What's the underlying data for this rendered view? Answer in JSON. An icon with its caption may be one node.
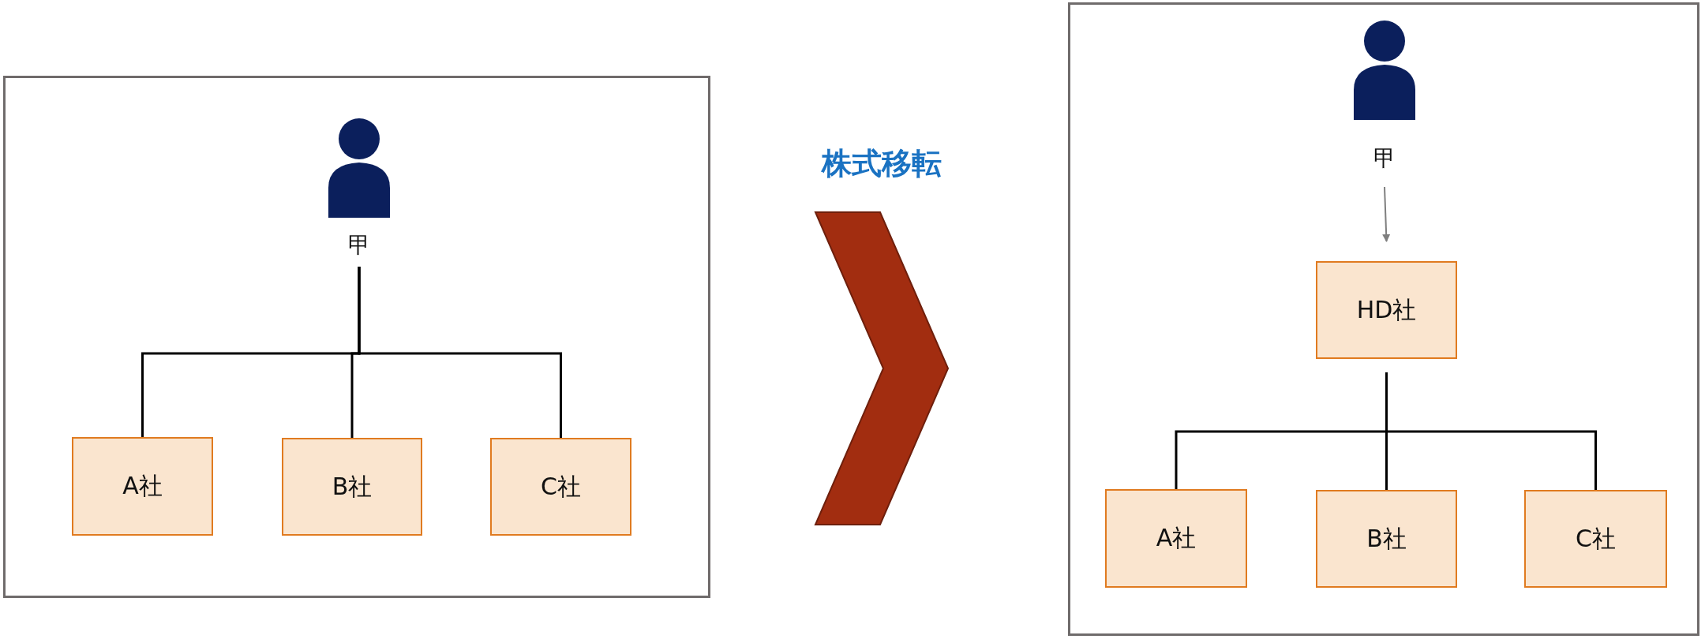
{
  "diagram": {
    "nodes": [
      {
        "text": [],
        "shape": "box"
      },
      {
        "text": [
          "甲"
        ],
        "in": 0
      },
      {
        "text": [
          "A社"
        ],
        "in": 0
      },
      {
        "text": [
          "B社"
        ],
        "in": 0
      },
      {
        "text": [
          "C社"
        ],
        "in": 0
      },
      {
        "text": [],
        "shape": "box"
      },
      {
        "text": [
          "甲"
        ],
        "in": 5
      },
      {
        "text": [
          "HD社"
        ],
        "in": 5
      },
      {
        "text": [
          "A社"
        ],
        "in": 5
      },
      {
        "text": [
          "B社"
        ],
        "in": 5
      },
      {
        "text": [
          "C社"
        ],
        "in": 5
      }
    ],
    "edges": [
      {
        "from": 0,
        "to": 5,
        "arrow": "to"
      },
      {
        "from": 1,
        "to": 2,
        "arrow": "none"
      },
      {
        "from": 1,
        "to": 3,
        "arrow": "none"
      },
      {
        "from": 1,
        "to": 4,
        "arrow": "none"
      },
      {
        "from": 6,
        "to": 7,
        "arrow": "to",
        "color": "#7f7f7f"
      },
      {
        "from": 7,
        "to": 8,
        "arrow": "none"
      },
      {
        "from": 7,
        "to": 9,
        "arrow": "none"
      },
      {
        "from": 7,
        "to": 10,
        "arrow": "none"
      }
    ],
    "labels": [
      "株式移転"
    ]
  }
}
